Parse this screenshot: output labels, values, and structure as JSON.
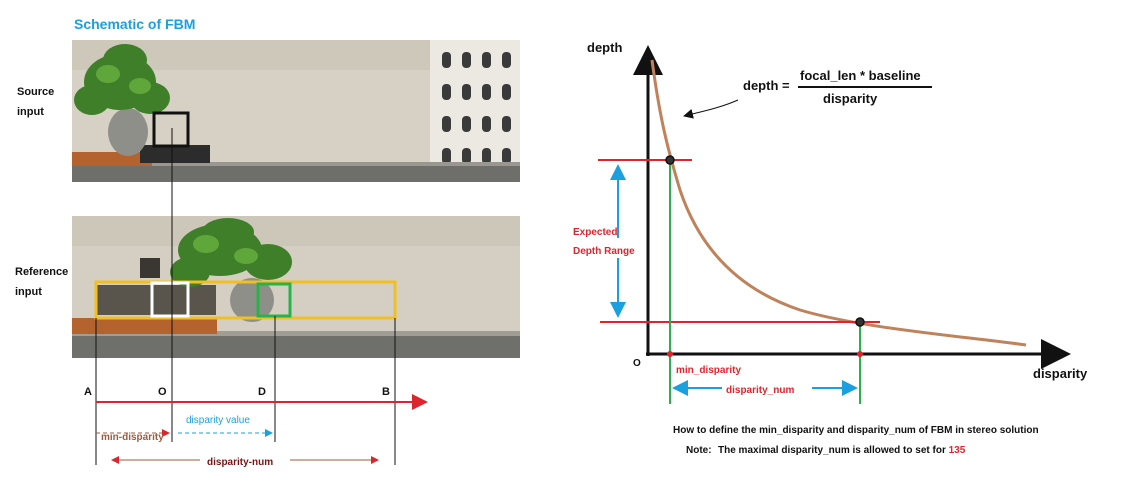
{
  "schematic": {
    "title": "Schematic of FBM",
    "source_label": [
      "Source",
      "input"
    ],
    "reference_label": [
      "Reference",
      "input"
    ],
    "axis_points": [
      "A",
      "O",
      "D",
      "B"
    ],
    "disparity_value": "disparity value",
    "min_disparity": "min-disparity",
    "disparity_num": "disparity-num"
  },
  "graph": {
    "y_label": "depth",
    "x_label": "disparity",
    "origin": "O",
    "formula_lhs": "depth =",
    "formula_num": "focal_len * baseline",
    "formula_den": "disparity",
    "expected_range": [
      "Expected",
      "Depth Range"
    ],
    "min_disparity": "min_disparity",
    "disparity_num": "disparity_num"
  },
  "caption": {
    "text": "How to define the min_disparity and disparity_num of FBM in stereo solution",
    "note_label": "Note:",
    "note_text": "The maximal disparity_num is allowed to set for ",
    "note_value": "135"
  },
  "colors": {
    "title_blue": "#1aa0e0",
    "red": "#e0242b",
    "green": "#2ab24a",
    "curve": "#c0825a",
    "yellow": "#f2bf22",
    "brown_text": "#a05a3c",
    "dark_red": "#7a1414"
  }
}
